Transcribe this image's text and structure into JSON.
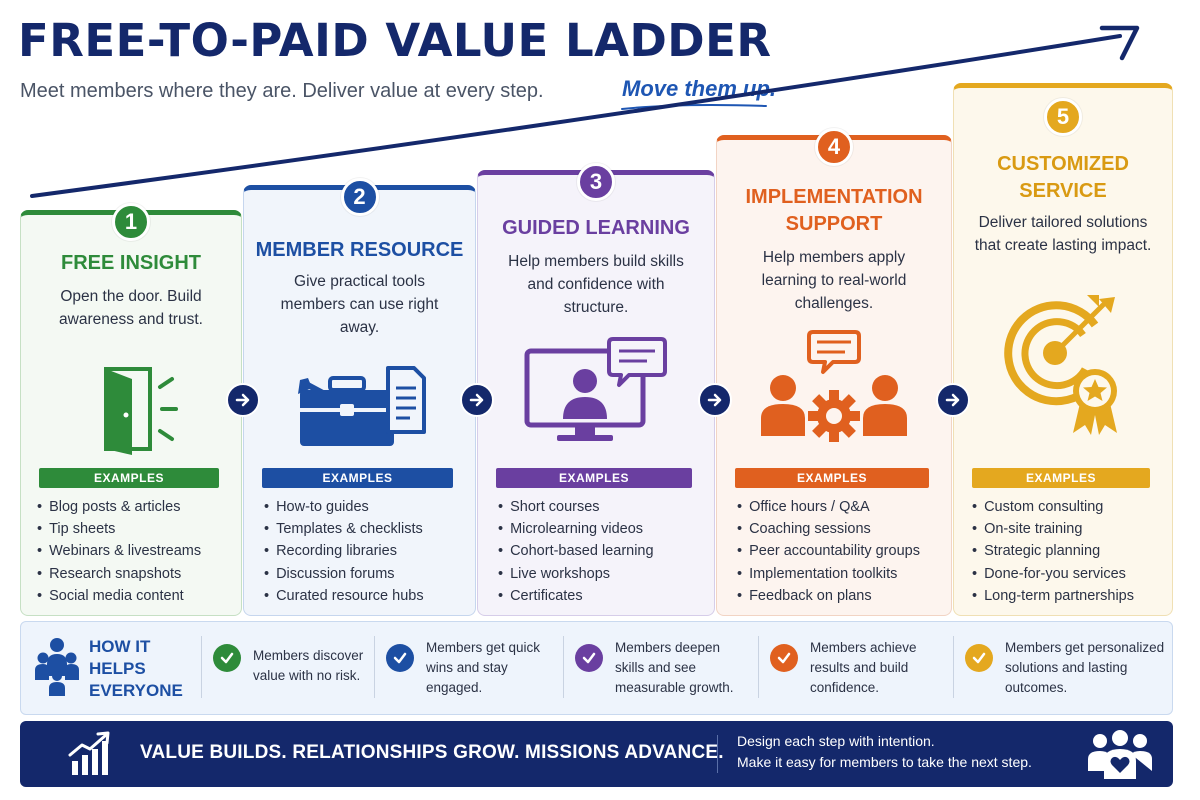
{
  "header": {
    "title": "FREE-TO-PAID VALUE LADDER",
    "subtitle": "Meet members where they are. Deliver value at every step.",
    "tagline": "Move them up."
  },
  "examples_label": "EXAMPLES",
  "steps": [
    {
      "number": "1",
      "title": "FREE INSIGHT",
      "description": "Open the door. Build awareness and trust.",
      "icon": "open-door-icon",
      "color": "#2e8b3a",
      "examples": [
        "Blog posts & articles",
        "Tip sheets",
        "Webinars & livestreams",
        "Research snapshots",
        "Social media content"
      ]
    },
    {
      "number": "2",
      "title": "MEMBER RESOURCE",
      "description": "Give practical tools members can use right away.",
      "icon": "toolbox-icon",
      "color": "#1d4fa3",
      "examples": [
        "How-to guides",
        "Templates & checklists",
        "Recording libraries",
        "Discussion forums",
        "Curated resource hubs"
      ]
    },
    {
      "number": "3",
      "title": "GUIDED LEARNING",
      "description": "Help members build skills and confidence with structure.",
      "icon": "online-learning-icon",
      "color": "#6a3fa0",
      "examples": [
        "Short courses",
        "Microlearning videos",
        "Cohort-based learning",
        "Live workshops",
        "Certificates"
      ]
    },
    {
      "number": "4",
      "title": "IMPLEMENTATION SUPPORT",
      "description": "Help members apply learning to real-world challenges.",
      "icon": "collaboration-gear-icon",
      "color": "#e0601f",
      "examples": [
        "Office hours / Q&A",
        "Coaching sessions",
        "Peer accountability groups",
        "Implementation toolkits",
        "Feedback on plans"
      ]
    },
    {
      "number": "5",
      "title": "CUSTOMIZED SERVICE",
      "description": "Deliver tailored solutions that create lasting impact.",
      "icon": "target-award-icon",
      "color": "#e4a81f",
      "examples": [
        "Custom consulting",
        "On-site training",
        "Strategic planning",
        "Done-for-you services",
        "Long-term partnerships"
      ]
    }
  ],
  "benefits": {
    "heading": "HOW IT HELPS EVERYONE",
    "items": [
      {
        "text": "Members discover value with no risk.",
        "color": "#2e8b3a"
      },
      {
        "text": "Members get quick wins and stay engaged.",
        "color": "#1d4fa3"
      },
      {
        "text": "Members deepen skills and see measurable growth.",
        "color": "#6a3fa0"
      },
      {
        "text": "Members achieve results and build confidence.",
        "color": "#e0601f"
      },
      {
        "text": "Members get personalized solutions and lasting outcomes.",
        "color": "#e4a81f"
      }
    ]
  },
  "footer": {
    "headline": "VALUE BUILDS. RELATIONSHIPS GROW. MISSIONS ADVANCE.",
    "line1": "Design each step with intention.",
    "line2": "Make it easy for members to take the next step."
  }
}
